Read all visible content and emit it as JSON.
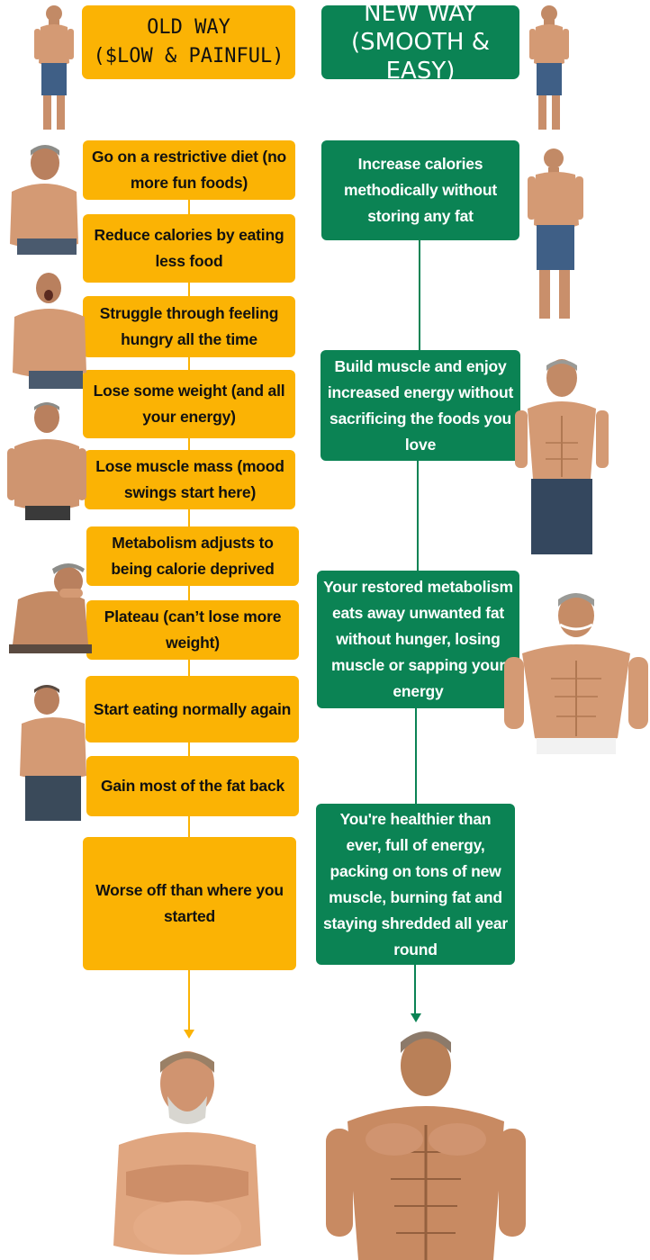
{
  "colors": {
    "old": "#fbb304",
    "new": "#0b8354",
    "skin": "#d49a74",
    "skin_dark": "#a86e4c",
    "jeans": "#3f5f86",
    "hair_grey": "#8c8c88"
  },
  "headers": {
    "old": {
      "line1": "OLD WAY",
      "line2": "($LOW & PAINFUL)"
    },
    "new": {
      "line1": "NEW WAY",
      "line2": "(SMOOTH & EASY)"
    }
  },
  "old_steps": [
    "Go on a restrictive diet (no more fun foods)",
    "Reduce calories by eating less food",
    "Struggle through feeling hungry all the time",
    "Lose some weight (and all your energy)",
    "Lose muscle mass (mood swings start here)",
    "Metabolism adjusts to being calorie deprived",
    "Plateau (can’t lose more weight)",
    "Start eating normally again",
    "Gain most of the fat back",
    "Worse off than where you started"
  ],
  "new_steps": [
    "Increase calories methodically without storing any fat",
    "Build muscle and enjoy increased energy without sacrificing the foods you love",
    "Your restored metabolism eats away unwanted fat without hunger, losing muscle or sapping your energy",
    "You're healthier than ever, full of energy, packing on tons of new muscle, burning fat and staying shredded all year round"
  ],
  "photos": [
    "man-standing-before-photo",
    "man-standing-before-photo",
    "man-overweight-photo",
    "man-overweight-standing-photo",
    "man-frustrated-shouting-photo",
    "man-lean-athletic-photo",
    "man-tired-photo",
    "man-sitting-exhausted-photo",
    "man-muscular-smiling-photo",
    "man-looking-down-disappointed-photo",
    "man-obese-arms-crossed-photo",
    "man-shredded-muscular-photo"
  ]
}
